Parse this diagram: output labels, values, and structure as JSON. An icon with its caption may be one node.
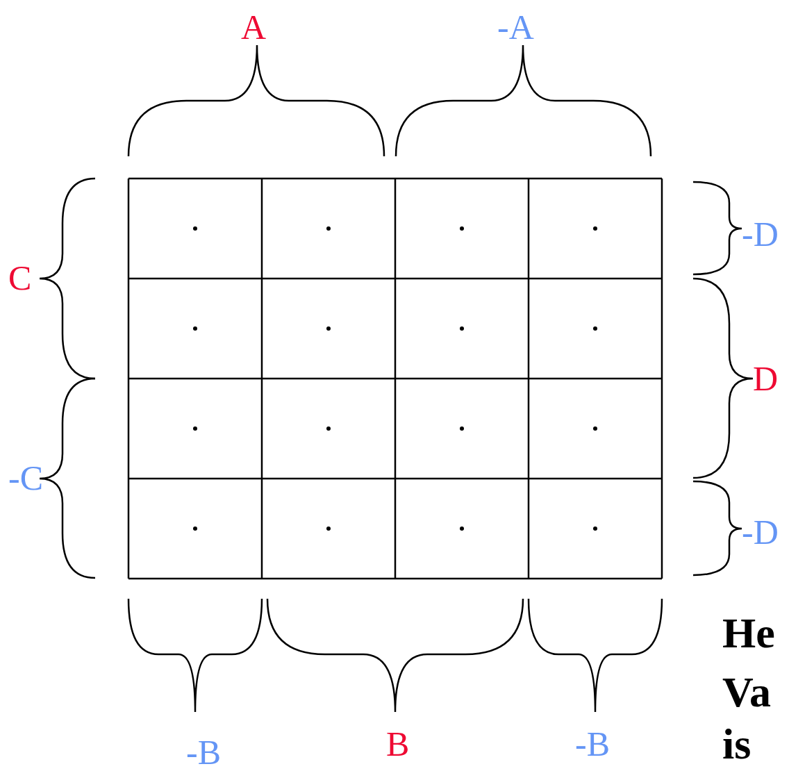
{
  "diagram": {
    "labels": [
      "A",
      "-A",
      "C",
      "-D",
      "D",
      "-C",
      "-D",
      "He",
      "Va",
      "-B",
      "B",
      "-B",
      "is"
    ]
  }
}
